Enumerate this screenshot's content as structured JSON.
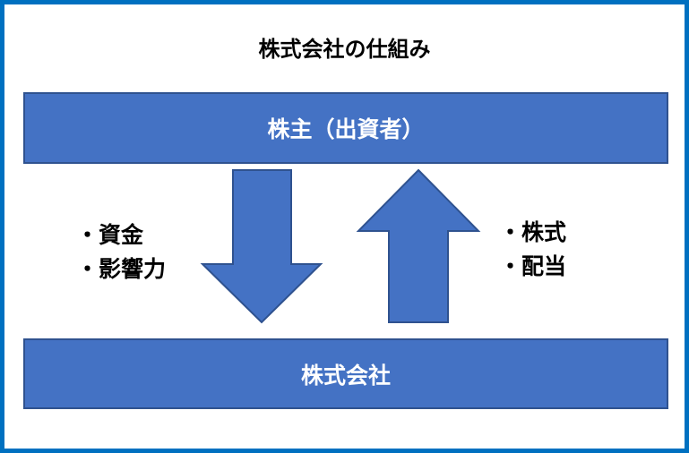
{
  "title": "株式会社の仕組み",
  "shareholders": "株主（出資者）",
  "company": "株式会社",
  "left_labels": [
    "・資金",
    "・影響力"
  ],
  "right_labels": [
    "・株式",
    "・配当"
  ],
  "colors": {
    "frame": "#0070C0",
    "fill": "#4472C4",
    "stroke": "#2F528F"
  }
}
